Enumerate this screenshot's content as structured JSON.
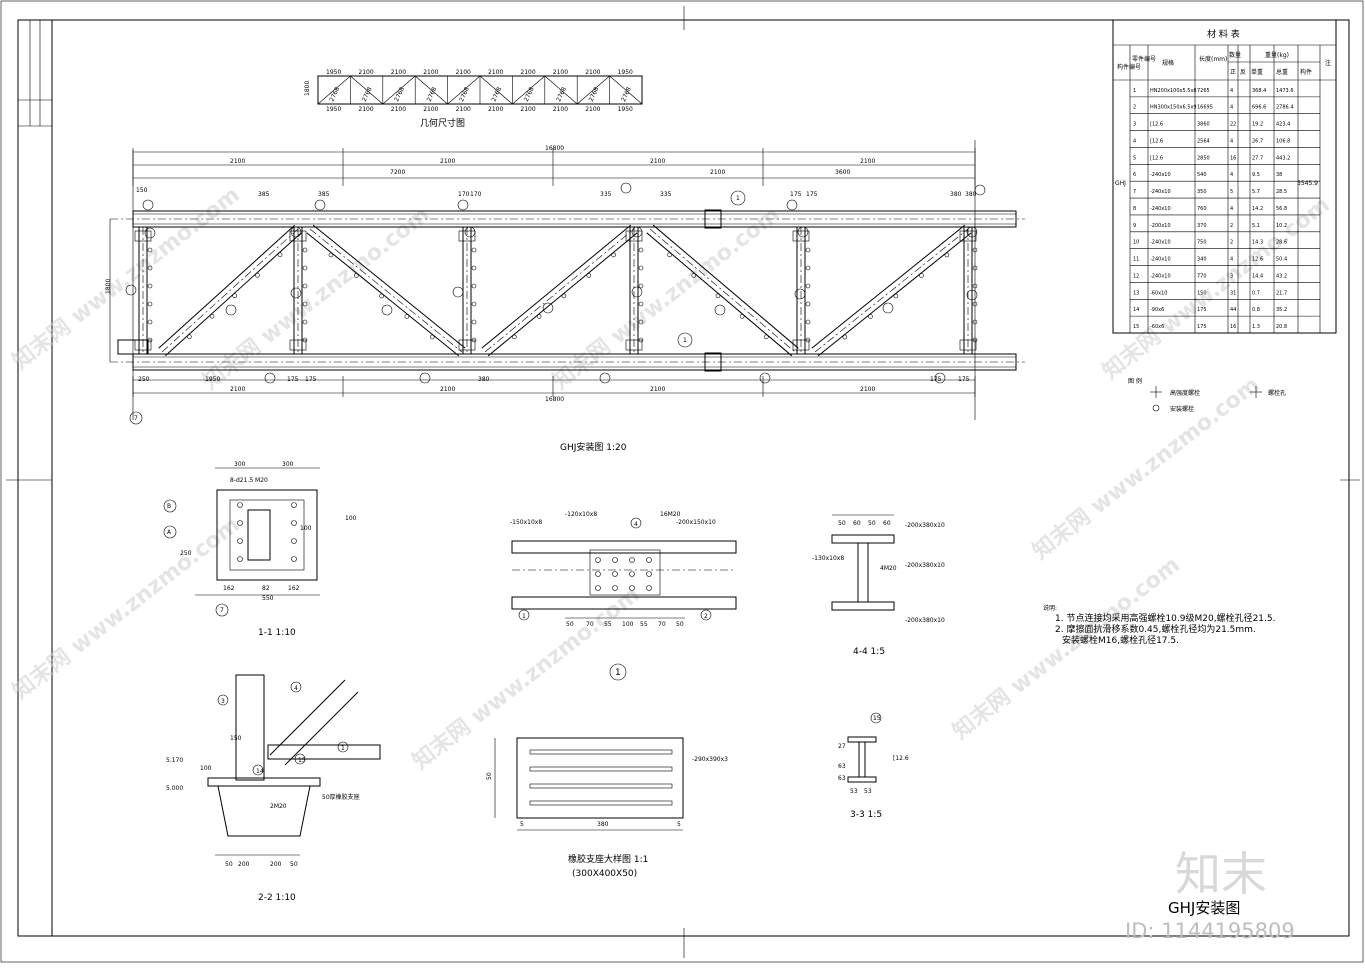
{
  "drawing": {
    "title": "GHJ安装图",
    "drawing_id": "ID: 1144195809",
    "brand": "知末",
    "watermark": "知末网 www.znzmo.com"
  },
  "geometry_diagram": {
    "title": "几何尺寸图",
    "top_dims": [
      "1950",
      "2100",
      "2100",
      "2100",
      "2100",
      "2100",
      "2100",
      "2100",
      "2100",
      "1950"
    ],
    "bottom_dims": [
      "1950",
      "2100",
      "2100",
      "2100",
      "2100",
      "2100",
      "2100",
      "2100",
      "2100",
      "1950"
    ],
    "height": "1800",
    "diagonal": "2768"
  },
  "elevation": {
    "title": "GHJ安装图 1:20",
    "total_length": "16800",
    "panels_top": [
      "2100",
      "2100",
      "2100",
      "2100"
    ],
    "panels_bottom": [
      "2100",
      "2100",
      "2100",
      "2100"
    ],
    "sub_dims": [
      "7200",
      "2100",
      "3600"
    ],
    "height": "1800",
    "end_dim": "150",
    "small_dims": [
      "385",
      "385",
      "170",
      "170",
      "335",
      "335",
      "175",
      "175",
      "380",
      "380"
    ],
    "bottom_small": [
      "250",
      "1950",
      "175",
      "175",
      "380",
      "175",
      "175"
    ],
    "section_markers": [
      "1",
      "1"
    ],
    "axis_label": "7"
  },
  "material_table": {
    "title": "材 料 表",
    "headers": [
      "构件编号",
      "零件编号",
      "规格",
      "长度(mm)",
      "数量",
      "重量(kg)",
      "注"
    ],
    "subheaders": [
      "正",
      "反",
      "单重",
      "总重",
      "构件"
    ],
    "member": "GHJ",
    "total": "3545.9",
    "rows": [
      [
        "1",
        "HN200x100x5.5x8",
        "7265",
        "4",
        "",
        "368.4",
        "1473.6"
      ],
      [
        "2",
        "HN300x150x6.5x9",
        "16695",
        "4",
        "",
        "696.6",
        "2786.4"
      ],
      [
        "3",
        "[12.6",
        "3860",
        "22",
        "",
        "19.2",
        "423.4"
      ],
      [
        "4",
        "[12.6",
        "2564",
        "4",
        "",
        "26.7",
        "106.8"
      ],
      [
        "5",
        "[12.6",
        "2850",
        "16",
        "",
        "27.7",
        "443.2"
      ],
      [
        "6",
        "-240x10",
        "540",
        "4",
        "",
        "9.5",
        "38"
      ],
      [
        "7",
        "-240x10",
        "350",
        "5",
        "",
        "5.7",
        "28.5"
      ],
      [
        "8",
        "-240x10",
        "760",
        "4",
        "",
        "14.2",
        "56.8"
      ],
      [
        "9",
        "-200x10",
        "370",
        "2",
        "",
        "5.1",
        "10.2"
      ],
      [
        "10",
        "-240x10",
        "750",
        "2",
        "",
        "14.3",
        "28.6"
      ],
      [
        "11",
        "-240x10",
        "340",
        "4",
        "",
        "12.6",
        "50.4"
      ],
      [
        "12",
        "-240x10",
        "770",
        "3",
        "",
        "14.4",
        "43.2"
      ],
      [
        "13",
        "-60x10",
        "150",
        "31",
        "",
        "0.7",
        "21.7"
      ],
      [
        "14",
        "-90x6",
        "175",
        "44",
        "",
        "0.8",
        "35.2"
      ],
      [
        "15",
        "-60x6",
        "175",
        "16",
        "",
        "1.3",
        "20.8"
      ]
    ]
  },
  "legend": {
    "title": "图 例",
    "items": [
      "高强度螺栓",
      "安装螺栓",
      "螺栓孔"
    ]
  },
  "notes": {
    "title": "说明:",
    "lines": [
      "1. 节点连接均采用高强螺栓10.9级M20,螺栓孔径21.5.",
      "2. 摩擦面抗滑移系数0.45,螺栓孔径均为21.5mm.",
      "安装螺栓M16,螺栓孔径17.5."
    ]
  },
  "details": {
    "sec11": {
      "title": "1-1 1:10",
      "dims": [
        "300",
        "300",
        "550",
        "100",
        "100",
        "162",
        "162",
        "82",
        "250"
      ],
      "labels": [
        "B",
        "A",
        "7"
      ],
      "bolt": "8-d21.5 M20"
    },
    "node1": {
      "title": "1",
      "labels": [
        "-150x10x8",
        "-120x10x8",
        "-200x150x10",
        "16M20",
        "1",
        "2",
        "4"
      ],
      "dims": [
        "50",
        "70",
        "55",
        "100",
        "55",
        "70",
        "50"
      ]
    },
    "sec44": {
      "title": "4-4 1:5",
      "dims": [
        "50",
        "60",
        "50",
        "60"
      ],
      "labels": [
        "-200x380x10",
        "-200x380x10",
        "-200x380x10",
        "-130x10x8",
        "4M20"
      ]
    },
    "sec22": {
      "title": "2-2 1:10",
      "dims": [
        "150",
        "100",
        "200",
        "200",
        "50",
        "50"
      ],
      "labels": [
        "3",
        "4",
        "1",
        "15",
        "14",
        "2M20",
        "50厚橡胶支座"
      ],
      "elev": [
        "5.170",
        "5.000"
      ]
    },
    "rubber": {
      "title": "橡胶支座大样图 1:1",
      "subtitle": "(300X400X50)",
      "dims": [
        "5",
        "380",
        "5",
        "50"
      ],
      "label": "-290x390x3"
    },
    "sec33": {
      "title": "3-3 1:5",
      "dims": [
        "53",
        "53",
        "27",
        "63",
        "63"
      ],
      "labels": [
        "[12.6",
        "15"
      ]
    }
  }
}
